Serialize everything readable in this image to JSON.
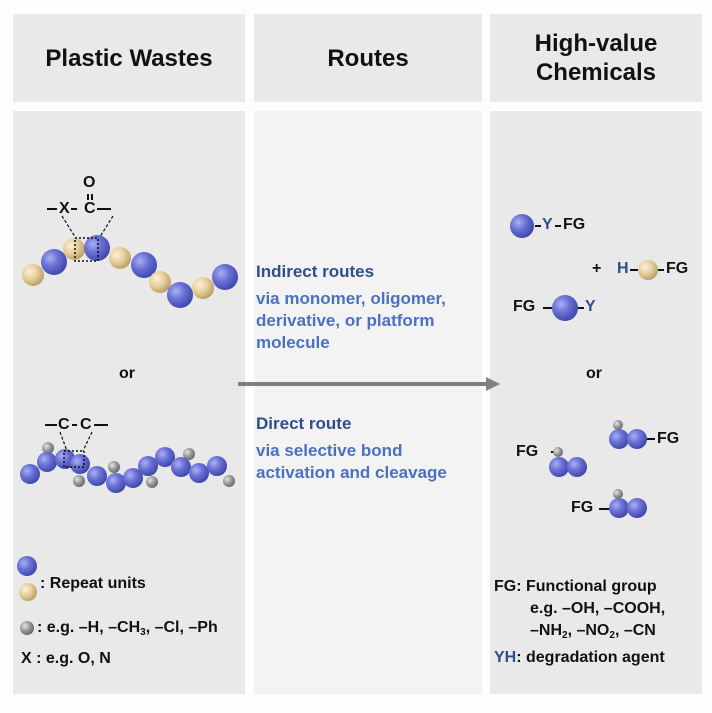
{
  "headers": {
    "plastic": "Plastic Wastes",
    "routes": "Routes",
    "chemicals_line1": "High-value",
    "chemicals_line2": "Chemicals"
  },
  "left": {
    "top_formula": {
      "o": "O",
      "x": "X",
      "c": "C"
    },
    "or": "or",
    "bottom_formula": {
      "c1": "C",
      "c2": "C"
    },
    "legend": {
      "repeat_units": ": Repeat units",
      "substituents_prefix": ": e.g. –H, –CH",
      "substituents_sub": "3",
      "substituents_suffix": ", –Cl, –Ph",
      "x_label": "X",
      "x_desc": " : e.g. O, N"
    }
  },
  "middle": {
    "indirect_title": "Indirect routes",
    "indirect_lines": [
      "via monomer, oligomer,",
      "derivative, or platform",
      "molecule"
    ],
    "direct_title": "Direct route",
    "direct_lines": [
      "via selective bond",
      "activation and cleavage"
    ]
  },
  "right": {
    "y": "Y",
    "h": "H",
    "fg": "FG",
    "plus": "+",
    "or": "or",
    "legend": {
      "fg_line": "FG: Functional group",
      "eg_line": "e.g. –OH, –COOH,",
      "nh": "–NH",
      "nh_sub": "2",
      "no": ", –NO",
      "no_sub": "2",
      "cn": ", –CN",
      "yh": "YH",
      "yh_desc": ": degradation agent"
    }
  },
  "colors": {
    "repeat_unit_blue": "#6b72d6",
    "repeat_unit_tan": "#e6cf9c",
    "substituent_gray": "#9c9c9c",
    "route_title": "#2f4e8c",
    "route_text": "#4a72c0",
    "arrow": "#7f7f7f"
  }
}
